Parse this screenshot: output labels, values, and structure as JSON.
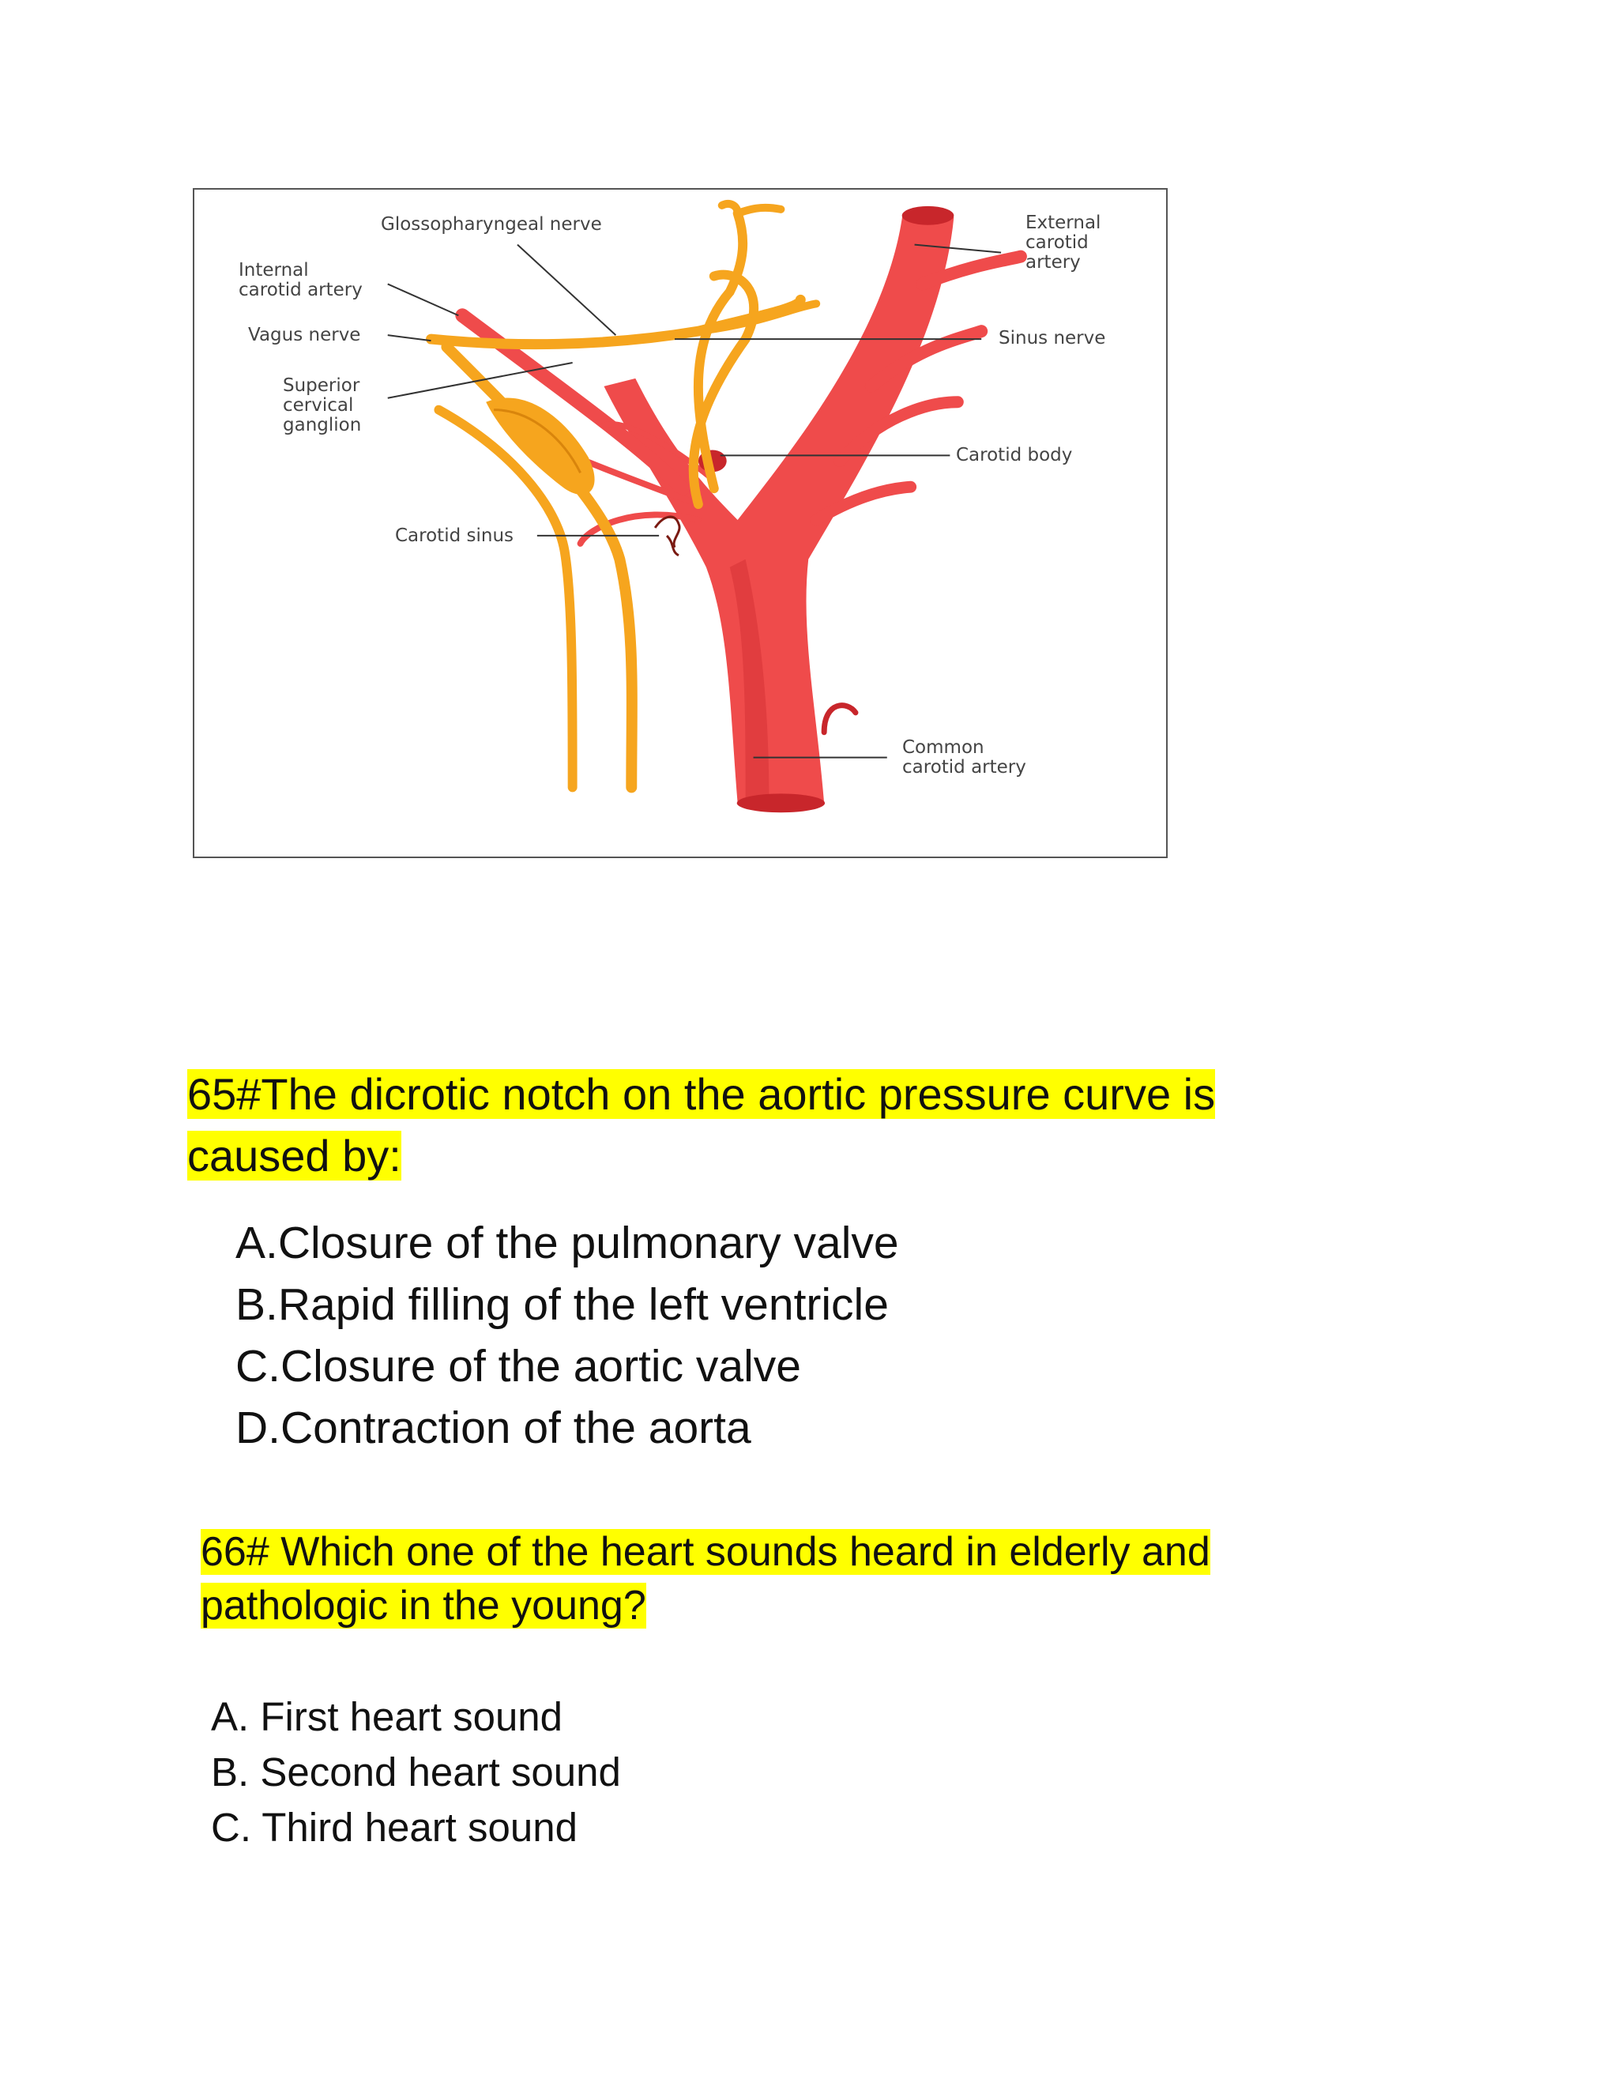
{
  "figure": {
    "labels": {
      "glossopharyngeal": "Glossopharyngeal nerve",
      "internal_carotid": "Internal\ncarotid artery",
      "vagus": "Vagus nerve",
      "superior_cervical": "Superior\ncervical\nganglion",
      "carotid_sinus": "Carotid sinus",
      "external_carotid": "External\ncarotid\nartery",
      "sinus_nerve": "Sinus nerve",
      "carotid_body": "Carotid body",
      "common_carotid": "Common\ncarotid artery"
    },
    "colors": {
      "artery": "#ef4b4b",
      "artery_dark": "#c8262b",
      "nerve": "#f6a51e",
      "nerve_dark": "#d9850c"
    }
  },
  "q65": {
    "line1": "65#The dicrotic notch on the aortic pressure curve is",
    "line2": "caused by:",
    "options": [
      "A.Closure of the pulmonary valve",
      "B.Rapid filling of the left ventricle",
      "C.Closure of the aortic valve",
      "D.Contraction of the aorta"
    ]
  },
  "q66": {
    "line1": " 66# Which one of the heart sounds heard in elderly and",
    "line2": "pathologic in the young?",
    "options": [
      "A. First heart sound",
      "B. Second heart sound",
      "C. Third heart sound"
    ]
  },
  "highlight_color": "#ffff00"
}
